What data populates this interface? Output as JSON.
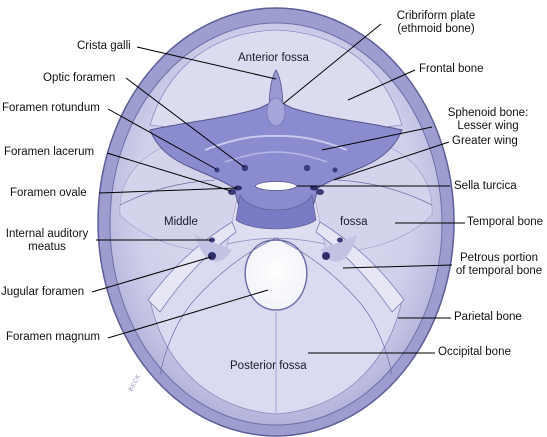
{
  "colors": {
    "bone_light": "#d9d9ee",
    "bone_mid": "#b3b3dc",
    "sphenoid": "#8b8bd0",
    "outline": "#5d5d98",
    "leader": "#000000"
  },
  "regions": {
    "anterior_fossa": "Anterior fossa",
    "middle": "Middle",
    "fossa": "fossa",
    "posterior_fossa": "Posterior fossa"
  },
  "artist_signature": "BECK",
  "labels_left": [
    {
      "id": "crista-galli",
      "lines": [
        "Crista galli"
      ]
    },
    {
      "id": "optic-foramen",
      "lines": [
        "Optic foramen"
      ]
    },
    {
      "id": "foramen-rotundum",
      "lines": [
        "Foramen rotundum"
      ]
    },
    {
      "id": "foramen-lacerum",
      "lines": [
        "Foramen lacerum"
      ]
    },
    {
      "id": "foramen-ovale",
      "lines": [
        "Foramen ovale"
      ]
    },
    {
      "id": "internal-auditory-meatus",
      "lines": [
        "Internal auditory",
        "meatus"
      ]
    },
    {
      "id": "jugular-foramen",
      "lines": [
        "Jugular foramen"
      ]
    },
    {
      "id": "foramen-magnum",
      "lines": [
        "Foramen magnum"
      ]
    }
  ],
  "labels_right": [
    {
      "id": "cribriform-plate",
      "lines": [
        "Cribriform plate",
        "(ethmoid bone)"
      ]
    },
    {
      "id": "frontal-bone",
      "lines": [
        "Frontal bone"
      ]
    },
    {
      "id": "sphenoid-bone",
      "lines": [
        "Sphenoid bone:",
        "Lesser wing"
      ]
    },
    {
      "id": "greater-wing",
      "lines": [
        "Greater wing"
      ]
    },
    {
      "id": "sella-turcica",
      "lines": [
        "Sella turcica"
      ]
    },
    {
      "id": "temporal-bone",
      "lines": [
        "Temporal bone"
      ]
    },
    {
      "id": "petrous-portion",
      "lines": [
        "Petrous portion",
        "of temporal bone"
      ]
    },
    {
      "id": "parietal-bone",
      "lines": [
        "Parietal bone"
      ]
    },
    {
      "id": "occipital-bone",
      "lines": [
        "Occipital bone"
      ]
    }
  ]
}
